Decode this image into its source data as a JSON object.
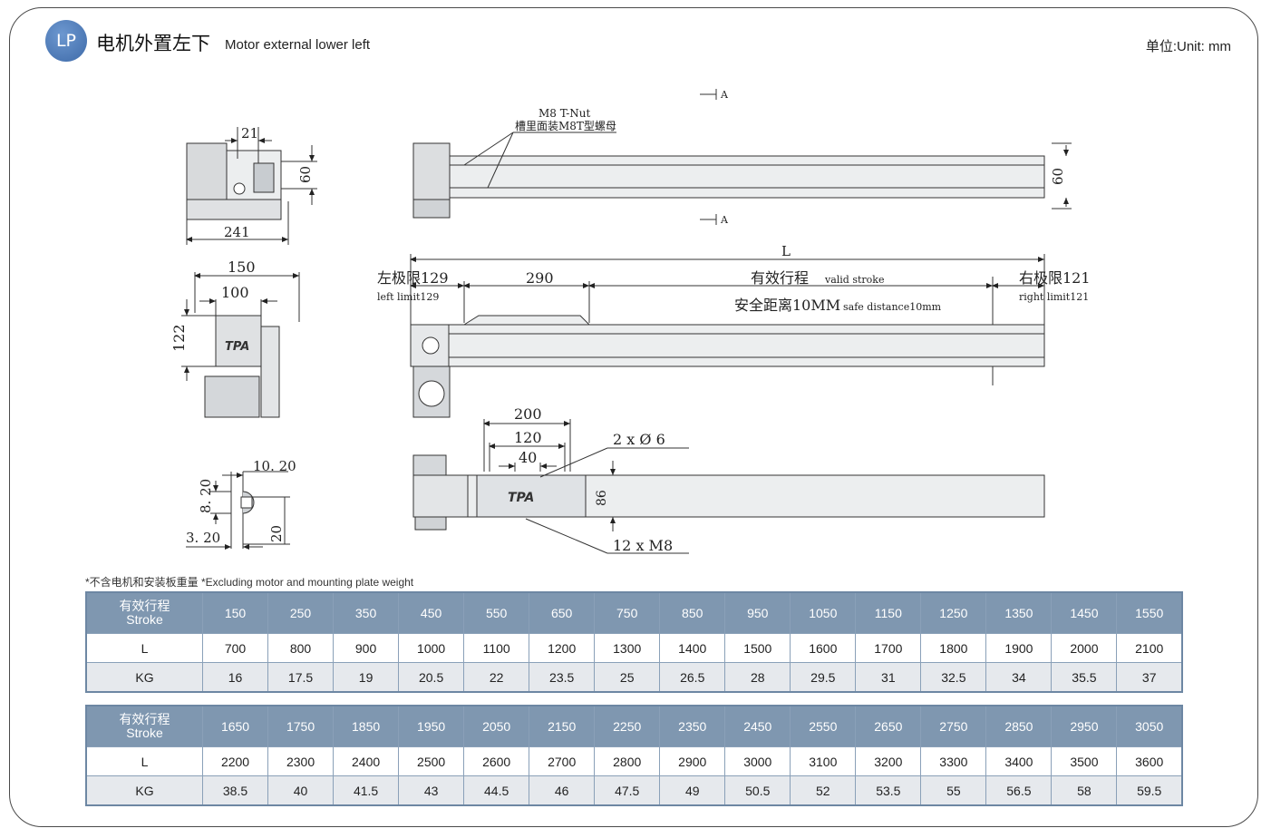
{
  "header": {
    "badge": "LP",
    "title_cn": "电机外置左下",
    "title_en": "Motor external  lower left",
    "unit": "单位:Unit: mm"
  },
  "drawing": {
    "dims": {
      "d21": "21",
      "d60a": "60",
      "d241": "241",
      "d150": "150",
      "d100": "100",
      "d122": "122",
      "d1020": "10. 20",
      "d820": "8. 20",
      "d320": "3. 20",
      "d20": "20",
      "d60b": "60",
      "L": "L",
      "d290": "290",
      "d200": "200",
      "d120": "120",
      "d40": "40",
      "d86": "86"
    },
    "labels": {
      "tnut_en": "M8 T-Nut",
      "tnut_cn": "槽里面装M8T型螺母",
      "section_a_top": "A",
      "section_a_bottom": "A",
      "left_limit_cn": "左极限129",
      "left_limit_en": "left limit129",
      "valid_stroke_cn": "有效行程",
      "valid_stroke_en": "valid stroke",
      "right_limit_cn": "右极限121",
      "right_limit_en": "right limit121",
      "safe_cn": "安全距离10MM",
      "safe_en": "safe distance10mm",
      "holes": "2  x  Ø  6",
      "screws": "12  x   M8",
      "logo": "TPA"
    }
  },
  "note": "*不含电机和安装板重量  *Excluding motor and mounting plate weight",
  "table1": {
    "head_label_cn": "有效行程",
    "head_label_en": "Stroke",
    "strokes": [
      "150",
      "250",
      "350",
      "450",
      "550",
      "650",
      "750",
      "850",
      "950",
      "1050",
      "1150",
      "1250",
      "1350",
      "1450",
      "1550"
    ],
    "l_label": "L",
    "l": [
      "700",
      "800",
      "900",
      "1000",
      "1100",
      "1200",
      "1300",
      "1400",
      "1500",
      "1600",
      "1700",
      "1800",
      "1900",
      "2000",
      "2100"
    ],
    "kg_label": "KG",
    "kg": [
      "16",
      "17.5",
      "19",
      "20.5",
      "22",
      "23.5",
      "25",
      "26.5",
      "28",
      "29.5",
      "31",
      "32.5",
      "34",
      "35.5",
      "37"
    ]
  },
  "table2": {
    "head_label_cn": "有效行程",
    "head_label_en": "Stroke",
    "strokes": [
      "1650",
      "1750",
      "1850",
      "1950",
      "2050",
      "2150",
      "2250",
      "2350",
      "2450",
      "2550",
      "2650",
      "2750",
      "2850",
      "2950",
      "3050"
    ],
    "l_label": "L",
    "l": [
      "2200",
      "2300",
      "2400",
      "2500",
      "2600",
      "2700",
      "2800",
      "2900",
      "3000",
      "3100",
      "3200",
      "3300",
      "3400",
      "3500",
      "3600"
    ],
    "kg_label": "KG",
    "kg": [
      "38.5",
      "40",
      "41.5",
      "43",
      "44.5",
      "46",
      "47.5",
      "49",
      "50.5",
      "52",
      "53.5",
      "55",
      "56.5",
      "58",
      "59.5"
    ]
  }
}
